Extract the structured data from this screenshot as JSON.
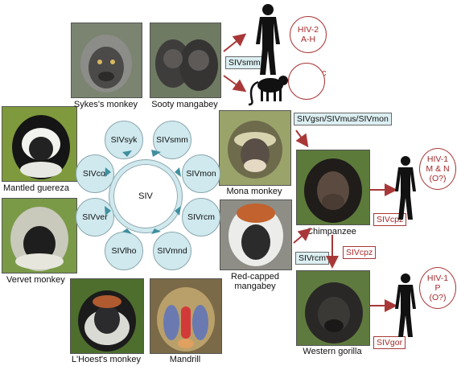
{
  "monkeys": {
    "sykes": "Sykes's monkey",
    "sooty": "Sooty mangabey",
    "mantled": "Mantled guereza",
    "mona": "Mona monkey",
    "chimp": "Chimpanzee",
    "vervet": "Vervet monkey",
    "redcapped": "Red-capped\nmangabey",
    "lhoest": "L'Hoest's monkey",
    "mandrill": "Mandrill",
    "gorilla": "Western gorilla"
  },
  "siv_hub": {
    "center": "SIV",
    "nodes": [
      "SIVsyk",
      "SIVsmm",
      "SIVmon",
      "SIVrcm",
      "SIVmnd",
      "SIVlho",
      "SIVver",
      "SIVcol"
    ]
  },
  "transmission_labels": {
    "smm": "SIVsmm",
    "gsn_mus_mon": "SIVgsn/SIVmus/SIVmon",
    "rcm": "SIVrcm",
    "cpz_upper": "SIVcpz",
    "cpz_lower": "SIVcpz",
    "gor": "SIVgor",
    "mac": "SIVmac"
  },
  "hiv": {
    "hiv2_line1": "HIV-2",
    "hiv2_line2": "A-H",
    "hiv1mn_line1": "HIV-1",
    "hiv1mn_line2": "M & N",
    "hiv1mn_line3": "(O?)",
    "hiv1p_line1": "HIV-1",
    "hiv1p_line2": "P",
    "hiv1p_line3": "(O?)"
  },
  "colors": {
    "arrow_red": "#a83838",
    "hub_blue": "#cfe9ee",
    "hub_arrow": "#3f8f9f"
  }
}
